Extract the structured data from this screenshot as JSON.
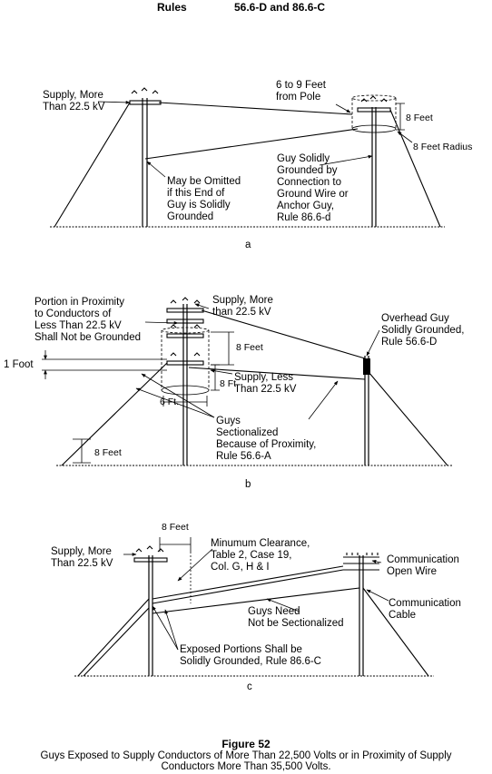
{
  "header": {
    "rules_label": "Rules",
    "rules_numbers": "56.6-D and 86.6-C"
  },
  "panel_a": {
    "supply_more_1": "Supply, More",
    "supply_more_2": "Than 22.5 kV",
    "six_to_nine_1": "6 to 9 Feet",
    "six_to_nine_2": "from Pole",
    "eight_feet": "8 Feet",
    "eight_feet_radius": "8 Feet Radius",
    "may_be_omitted": [
      "May be Omitted",
      "if this End of",
      "Guy is Solidly",
      "Grounded"
    ],
    "guy_solidly": [
      "Guy Solidly",
      "Grounded by",
      "Connection to",
      "Ground Wire or",
      "Anchor Guy,",
      "Rule 86.6-d"
    ],
    "letter": "a"
  },
  "panel_b": {
    "portion": [
      "Portion in Proximity",
      "to Conductors of",
      "Less Than 22.5 kV",
      "Shall Not be Grounded"
    ],
    "supply_more_1": "Supply, More",
    "supply_more_2": "than 22.5 kV",
    "overhead_guy": [
      "Overhead Guy",
      "Solidly Grounded,",
      "Rule 56.6-D"
    ],
    "eight_feet": "8 Feet",
    "one_foot": "1 Foot",
    "eight_ft": "8 Ft.",
    "supply_less_1": "Supply, Less",
    "supply_less_2": "Than 22.5 kV",
    "six_ft": "6 Ft.",
    "guys_sectionalized": [
      "Guys",
      "Sectionalized",
      "Because of Proximity,",
      "Rule 56.6-A"
    ],
    "eight_feet_low": "8 Feet",
    "letter": "b"
  },
  "panel_c": {
    "eight_feet": "8 Feet",
    "supply_more_1": "Supply, More",
    "supply_more_2": "Than 22.5 kV",
    "min_clearance": [
      "Minumum Clearance,",
      "Table 2, Case 19,",
      "Col. G, H & I"
    ],
    "comm_open_1": "Communication",
    "comm_open_2": "Open Wire",
    "comm_cable_1": "Communication",
    "comm_cable_2": "Cable",
    "guys_need_1": "Guys Need",
    "guys_need_2": "Not be Sectionalized",
    "exposed_1": "Exposed Portions Shall be",
    "exposed_2": "Solidly Grounded, Rule 86.6-C",
    "letter": "c"
  },
  "caption": {
    "figure": "Figure 52",
    "line1": "Guys Exposed to Supply Conductors of More Than 22,500 Volts or in Proximity of Supply",
    "line2": "Conductors More Than 35,500 Volts."
  }
}
